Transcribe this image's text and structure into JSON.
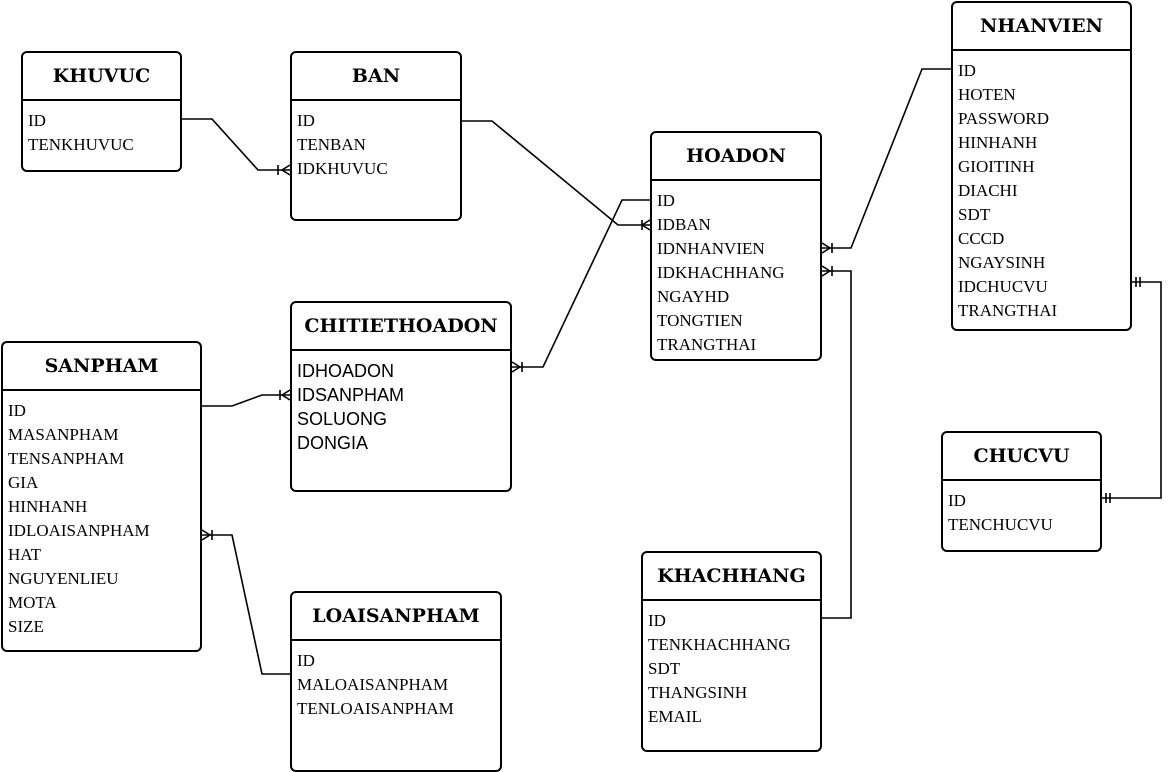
{
  "entities": {
    "khuvuc": {
      "name": "KHUVUC",
      "fields": [
        "ID",
        "TENKHUVUC"
      ]
    },
    "ban": {
      "name": "BAN",
      "fields": [
        "ID",
        "TENBAN",
        "IDKHUVUC"
      ]
    },
    "hoadon": {
      "name": "HOADON",
      "fields": [
        "ID",
        "IDBAN",
        "IDNHANVIEN",
        "IDKHACHHANG",
        "NGAYHD",
        "TONGTIEN",
        "TRANGTHAI"
      ]
    },
    "nhanvien": {
      "name": "NHANVIEN",
      "fields": [
        "ID",
        "HOTEN",
        "PASSWORD",
        "HINHANH",
        "GIOITINH",
        "DIACHI",
        "SDT",
        "CCCD",
        "NGAYSINH",
        "IDCHUCVU",
        "TRANGTHAI"
      ]
    },
    "chitiethoadon": {
      "name": "CHITIETHOADON",
      "fields": [
        "IDHOADON",
        "IDSANPHAM",
        "SOLUONG",
        "DONGIA"
      ]
    },
    "sanpham": {
      "name": "SANPHAM",
      "fields": [
        "ID",
        "MASANPHAM",
        "TENSANPHAM",
        "GIA",
        "HINHANH",
        "IDLOAISANPHAM",
        "HAT",
        "NGUYENLIEU",
        "MOTA",
        "SIZE"
      ]
    },
    "chucvu": {
      "name": "CHUCVU",
      "fields": [
        "ID",
        "TENCHUCVU"
      ]
    },
    "khachhang": {
      "name": "KHACHHANG",
      "fields": [
        "ID",
        "TENKHACHHANG",
        "SDT",
        "THANGSINH",
        "EMAIL"
      ]
    },
    "loaisanpham": {
      "name": "LOAISANPHAM",
      "fields": [
        "ID",
        "MALOAISANPHAM",
        "TENLOAISANPHAM"
      ]
    }
  },
  "relationships": [
    {
      "from": "khuvuc.ID",
      "to": "ban.IDKHUVUC",
      "from_end": "one",
      "to_end": "many"
    },
    {
      "from": "ban.ID",
      "to": "hoadon.IDBAN",
      "from_end": "one",
      "to_end": "many"
    },
    {
      "from": "nhanvien.ID",
      "to": "hoadon.IDNHANVIEN",
      "from_end": "one",
      "to_end": "many"
    },
    {
      "from": "khachhang.ID",
      "to": "hoadon.IDKHACHHANG",
      "from_end": "one",
      "to_end": "many"
    },
    {
      "from": "hoadon.ID",
      "to": "chitiethoadon.IDHOADON",
      "from_end": "one",
      "to_end": "many"
    },
    {
      "from": "sanpham.ID",
      "to": "chitiethoadon.IDSANPHAM",
      "from_end": "one",
      "to_end": "many"
    },
    {
      "from": "loaisanpham.ID",
      "to": "sanpham.IDLOAISANPHAM",
      "from_end": "one",
      "to_end": "many"
    },
    {
      "from": "chucvu.ID",
      "to": "nhanvien.IDCHUCVU",
      "from_end": "one",
      "to_end": "one"
    }
  ]
}
